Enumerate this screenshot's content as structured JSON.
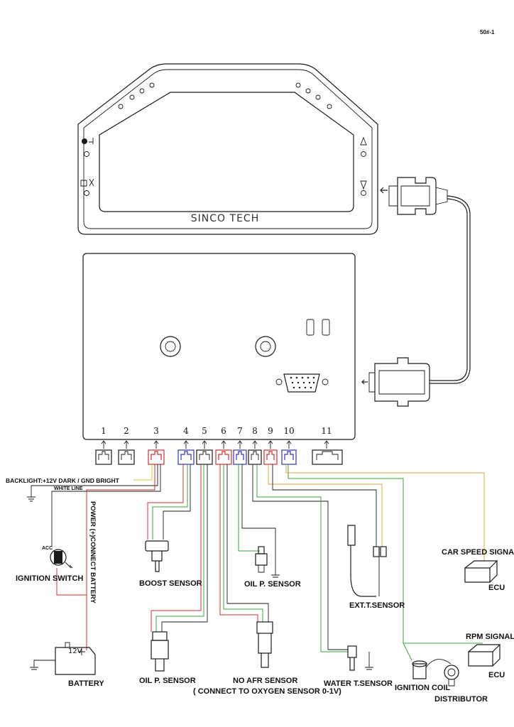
{
  "page_code": "50#-1",
  "brand": "SINCO TECH",
  "connectors": [
    "1",
    "2",
    "3",
    "4",
    "5",
    "6",
    "7",
    "8",
    "9",
    "10",
    "11"
  ],
  "labels": {
    "backlight": "BACKLIGHT:+12V DARK  / GND BRIGHT",
    "white_line": "WHITE LINE",
    "power": "POWER (+)CONNECT BATTERY",
    "acc": "ACC",
    "ignition_switch": "IGNITION SWITCH",
    "battery": "BATTERY",
    "battery_voltage": "12V",
    "boost_sensor": "BOOST SENSOR",
    "oil_p_sensor_top": "OIL P. SENSOR",
    "oil_p_sensor_bottom": "OIL P. SENSOR",
    "afr_sensor": "NO AFR SENSOR",
    "afr_note": "( CONNECT TO OXYGEN SENSOR 0-1V)",
    "water_sensor": "WATER T.SENSOR",
    "ext_sensor": "EXT.T.SENSOR",
    "car_speed": "CAR SPEED SIGNAL",
    "ecu_top": "ECU",
    "rpm_signal": "RPM SIGNAL",
    "ecu_bottom": "ECU",
    "ignition_coil": "IGNITION COIL",
    "distributor": "DISTRIBUTOR"
  },
  "colors": {
    "outline": "#1a1a1a",
    "red": "#d32f2f",
    "blue": "#3333bb",
    "green": "#3aa63a",
    "orange": "#e0a040",
    "yellow": "#d8c832"
  }
}
